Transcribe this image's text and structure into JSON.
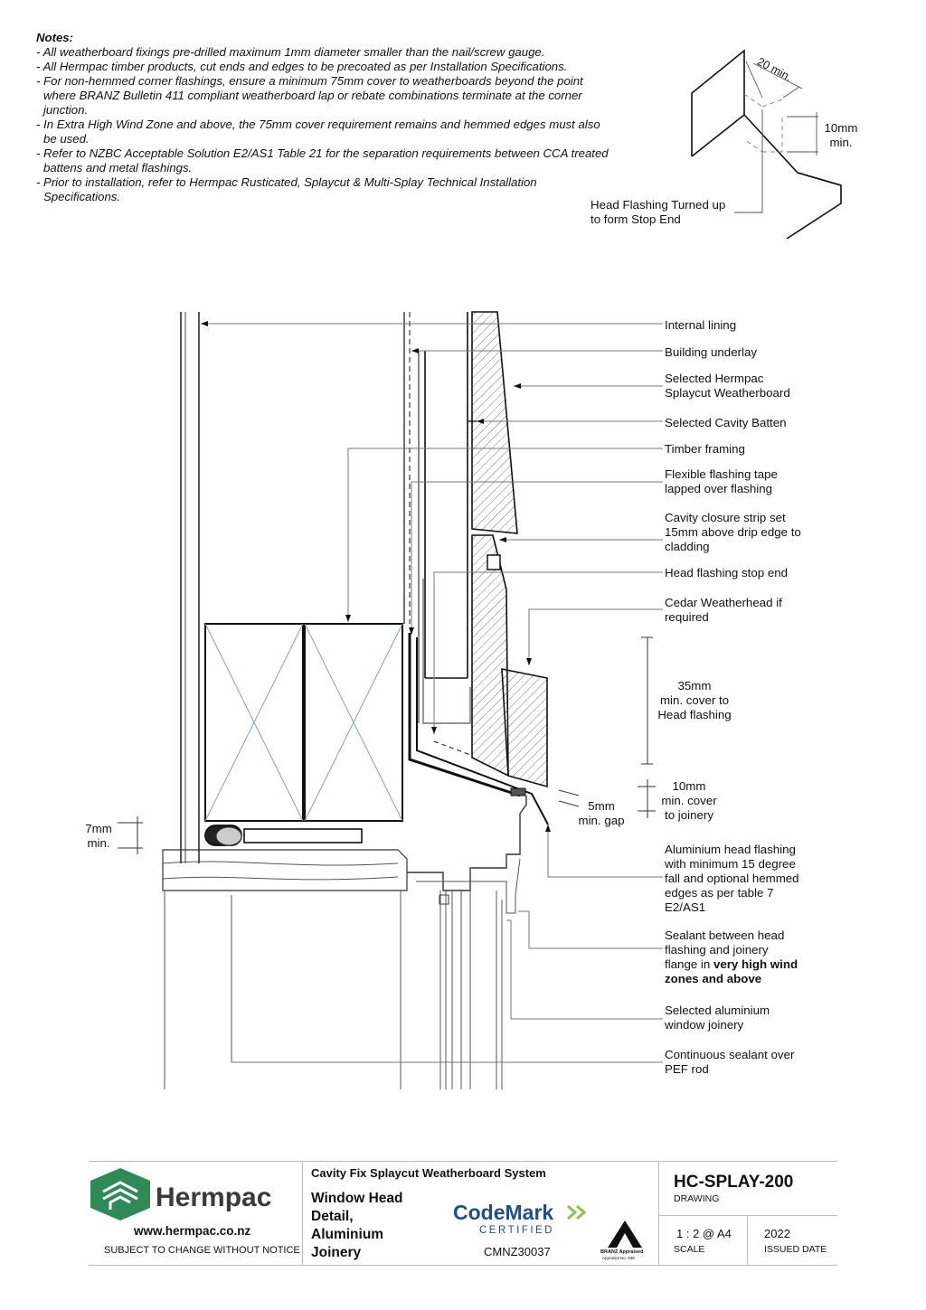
{
  "notes": {
    "title": "Notes:",
    "lines": [
      "- All weatherboard fixings pre-drilled maximum 1mm diameter smaller than the nail/screw gauge.",
      "- All Hermpac timber products, cut ends and edges to be precoated as per Installation Specifications.",
      "- For non-hemmed corner flashings, ensure a minimum 75mm cover to weatherboards beyond the point where BRANZ Bulletin 411 compliant weatherboard lap or rebate combinations terminate at the corner junction.",
      "- In Extra High Wind Zone and above, the 75mm cover requirement remains and hemmed edges must also be used.",
      "- Refer to NZBC Acceptable Solution E2/AS1 Table 21 for the separation requirements between CCA treated battens and metal flashings.",
      "- Prior to installation, refer to Hermpac Rusticated, Splaycut & Multi-Splay Technical Installation Specifications."
    ]
  },
  "inset": {
    "dim_top": "20 min.",
    "dim_side_1": "10mm",
    "dim_side_2": "min.",
    "label_1": "Head Flashing Turned up",
    "label_2": "to form Stop End"
  },
  "labels": {
    "internal_lining": "Internal lining",
    "building_underlay": "Building underlay",
    "weatherboard_1": "Selected Hermpac",
    "weatherboard_2": "Splaycut Weatherboard",
    "cavity_batten": "Selected Cavity Batten",
    "timber_framing": "Timber framing",
    "flashing_tape_1": "Flexible flashing tape",
    "flashing_tape_2": "lapped over flashing",
    "closure_strip_1": "Cavity closure strip set",
    "closure_strip_2": "15mm above drip edge to",
    "closure_strip_3": "cladding",
    "stop_end": "Head flashing stop end",
    "weatherhead_1": "Cedar Weatherhead if",
    "weatherhead_2": "required",
    "head_flashing_1": "Aluminium head flashing",
    "head_flashing_2": "with minimum 15 degree",
    "head_flashing_3": "fall and optional hemmed",
    "head_flashing_4": "edges as per table 7",
    "head_flashing_5": "E2/AS1",
    "sealant_1": "Sealant between head",
    "sealant_2": "flashing and joinery",
    "sealant_3a": "flange in ",
    "sealant_3b": "very high wind",
    "sealant_4": "zones and above",
    "joinery_1": "Selected aluminium",
    "joinery_2": "window joinery",
    "pef_1": "Continuous sealant over",
    "pef_2": "PEF rod"
  },
  "dimensions": {
    "cover35_1": "35mm",
    "cover35_2": "min. cover to",
    "cover35_3": "Head flashing",
    "cover10_1": "10mm",
    "cover10_2": "min. cover",
    "cover10_3": "to joinery",
    "gap5_1": "5mm",
    "gap5_2": "min. gap",
    "gap7_1": "7mm",
    "gap7_2": "min."
  },
  "title_block": {
    "brand": "Hermpac",
    "website": "www.hermpac.co.nz",
    "disclaimer": "SUBJECT TO CHANGE WITHOUT NOTICE",
    "system": "Cavity Fix Splaycut Weatherboard System",
    "drawing_title_1": "Window Head",
    "drawing_title_2": "Detail,",
    "drawing_title_3": "Aluminium",
    "drawing_title_4": "Joinery",
    "codemark": "CodeMark",
    "certified": "CERTIFIED",
    "cert_number": "CMNZ30037",
    "branz_1": "BRANZ Appraised",
    "branz_2": "Appraisal No. 838",
    "drawing_number": "HC-SPLAY-200",
    "drawing_label": "DRAWING",
    "scale_value": "1 : 2 @ A4",
    "scale_label": "SCALE",
    "issued_value": "2022",
    "issued_label": "ISSUED DATE"
  },
  "colors": {
    "line": "#111111",
    "leader": "#666666",
    "brand_green": "#2e8b57",
    "framing_blue": "#7aa0c8",
    "codemark_blue": "#1f4e8c"
  }
}
